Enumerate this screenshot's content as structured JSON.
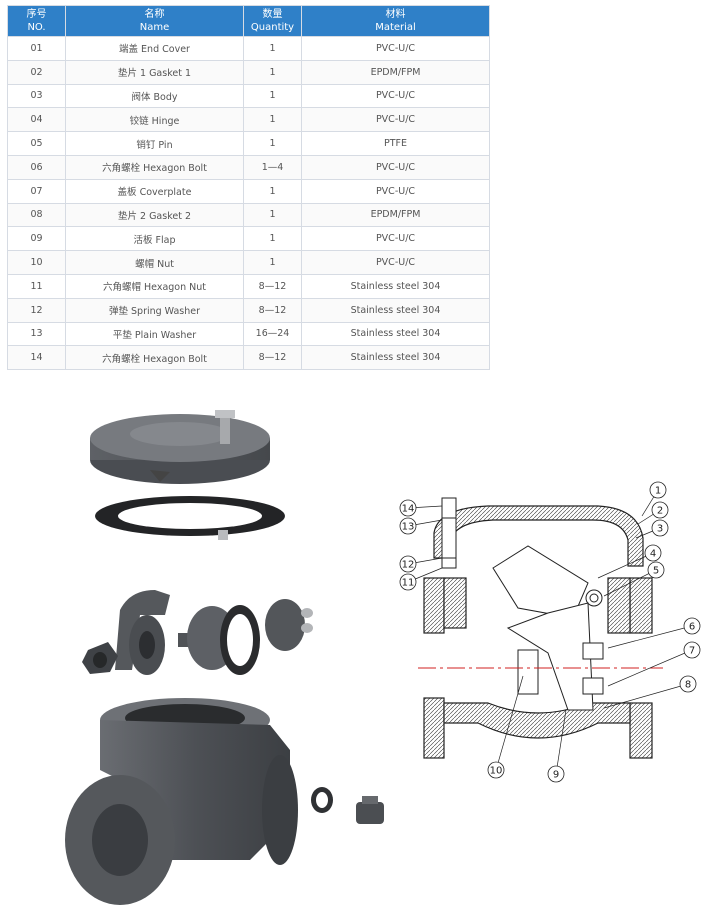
{
  "table": {
    "headers": [
      {
        "cn": "序号",
        "en": "NO."
      },
      {
        "cn": "名称",
        "en": "Name"
      },
      {
        "cn": "数量",
        "en": "Quantity"
      },
      {
        "cn": "材料",
        "en": "Material"
      }
    ],
    "rows": [
      {
        "no": "01",
        "name": "端盖 End Cover",
        "qty": "1",
        "material": "PVC-U/C"
      },
      {
        "no": "02",
        "name": "垫片 1 Gasket 1",
        "qty": "1",
        "material": "EPDM/FPM"
      },
      {
        "no": "03",
        "name": "阀体 Body",
        "qty": "1",
        "material": "PVC-U/C"
      },
      {
        "no": "04",
        "name": "铰链 Hinge",
        "qty": "1",
        "material": "PVC-U/C"
      },
      {
        "no": "05",
        "name": "销钉 Pin",
        "qty": "1",
        "material": "PTFE"
      },
      {
        "no": "06",
        "name": "六角螺栓 Hexagon Bolt",
        "qty": "1—4",
        "material": "PVC-U/C"
      },
      {
        "no": "07",
        "name": "盖板 Coverplate",
        "qty": "1",
        "material": "PVC-U/C"
      },
      {
        "no": "08",
        "name": "垫片 2 Gasket 2",
        "qty": "1",
        "material": "EPDM/FPM"
      },
      {
        "no": "09",
        "name": "活板 Flap",
        "qty": "1",
        "material": "PVC-U/C"
      },
      {
        "no": "10",
        "name": "螺帽 Nut",
        "qty": "1",
        "material": "PVC-U/C"
      },
      {
        "no": "11",
        "name": "六角螺帽 Hexagon Nut",
        "qty": "8—12",
        "material": "Stainless steel 304"
      },
      {
        "no": "12",
        "name": "弹垫 Spring Washer",
        "qty": "8—12",
        "material": "Stainless steel 304"
      },
      {
        "no": "13",
        "name": "平垫 Plain Washer",
        "qty": "16—24",
        "material": "Stainless steel 304"
      },
      {
        "no": "14",
        "name": "六角螺栓 Hexagon Bolt",
        "qty": "8—12",
        "material": "Stainless steel 304"
      }
    ]
  },
  "callouts": [
    "1",
    "2",
    "3",
    "4",
    "5",
    "6",
    "7",
    "8",
    "9",
    "10",
    "11",
    "12",
    "13",
    "14"
  ],
  "colors": {
    "header": "#2f80c8",
    "part": "#5a5d61",
    "centerline": "#d02020"
  }
}
